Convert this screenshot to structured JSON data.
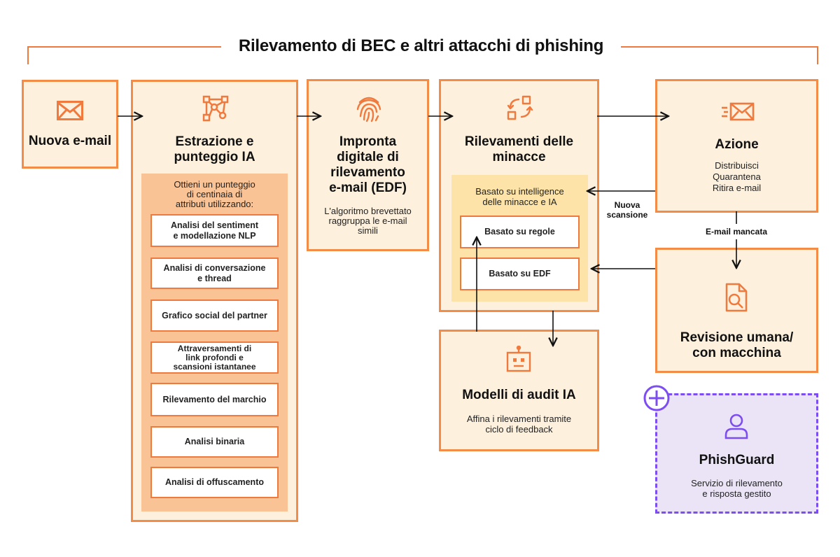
{
  "title": "Rilevamento di BEC e altri attacchi di phishing",
  "colors": {
    "accent": "#f07a3e",
    "box_fill": "#fdf0dd",
    "panel_fill": "#f9c396",
    "panel_fill_light": "#fde3a7",
    "phishguard_border": "#7c4df0",
    "phishguard_fill": "#ebe4f7"
  },
  "new_email": {
    "label": "Nuova e-mail",
    "icon": "envelope-icon"
  },
  "extraction": {
    "title_line1": "Estrazione e",
    "title_line2": "punteggio IA",
    "icon": "network-nodes-icon",
    "intro_line1": "Ottieni un punteggio",
    "intro_line2": "di centinaia di",
    "intro_line3": "attributi utilizzando:",
    "items": [
      {
        "line1": "Analisi del sentiment",
        "line2": "e modellazione NLP"
      },
      {
        "line1": "Analisi di conversazione",
        "line2": "e thread"
      },
      {
        "line1": "Grafico social del partner",
        "line2": ""
      },
      {
        "line1": "Attraversamenti di",
        "line2": "link profondi e",
        "line3": "scansioni istantanee"
      },
      {
        "line1": "Rilevamento del marchio",
        "line2": ""
      },
      {
        "line1": "Analisi binaria",
        "line2": ""
      },
      {
        "line1": "Analisi di offuscamento",
        "line2": ""
      }
    ]
  },
  "edf": {
    "title_line1": "Impronta",
    "title_line2": "digitale di",
    "title_line3": "rilevamento",
    "title_line4": "e-mail (EDF)",
    "icon": "fingerprint-icon",
    "desc_line1": "L'algoritmo brevettato",
    "desc_line2": "raggruppa le e-mail",
    "desc_line3": "simili"
  },
  "threats": {
    "title_line1": "Rilevamenti delle",
    "title_line2": "minacce",
    "icon": "refresh-cycle-icon",
    "panel_line1": "Basato su intelligence",
    "panel_line2": "delle minacce e IA",
    "rules": "Basato su regole",
    "edf_based": "Basato su EDF"
  },
  "audit": {
    "title": "Modelli di audit IA",
    "icon": "robot-icon",
    "desc_line1": "Affina i rilevamenti tramite",
    "desc_line2": "ciclo di feedback"
  },
  "action": {
    "title": "Azione",
    "icon": "fast-mail-icon",
    "line1": "Distribuisci",
    "line2": "Quarantena",
    "line3": "Ritira e-mail"
  },
  "review": {
    "title_line1": "Revisione umana/",
    "title_line2": "con macchina",
    "icon": "document-search-icon"
  },
  "phishguard": {
    "title": "PhishGuard",
    "icon": "user-icon",
    "badge_icon": "plus-circle-icon",
    "desc_line1": "Servizio di rilevamento",
    "desc_line2": "e risposta gestito"
  },
  "labels": {
    "rescan_line1": "Nuova",
    "rescan_line2": "scansione",
    "missed": "E-mail mancata"
  }
}
